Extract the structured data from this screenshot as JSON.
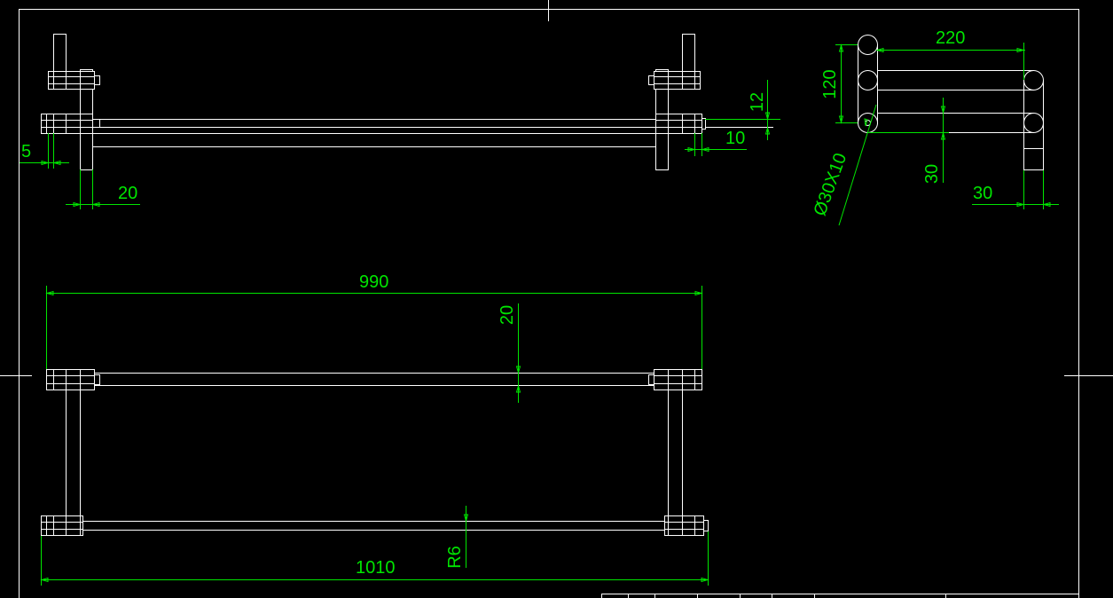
{
  "colors": {
    "background": "#000000",
    "geometry": "#ffffff",
    "dimension": "#00e600"
  },
  "dimensions": {
    "front_5": "5",
    "front_20": "20",
    "front_12": "12",
    "front_10": "10",
    "side_220": "220",
    "side_120": "120",
    "side_hole": "Ø30X10",
    "side_30_vertical": "30",
    "side_30_horizontal": "30",
    "plan_990": "990",
    "plan_20": "20",
    "plan_1010": "1010",
    "plan_radius": "R6"
  }
}
